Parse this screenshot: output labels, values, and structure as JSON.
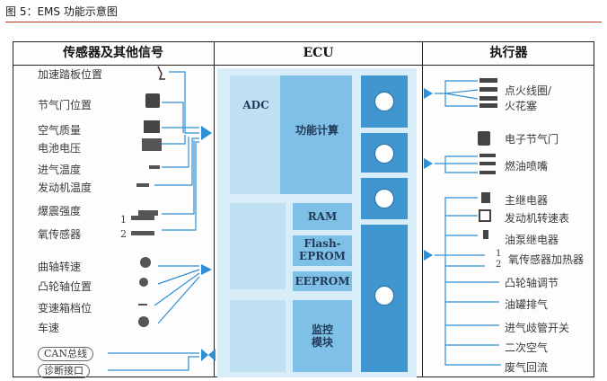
{
  "caption": "图 5：EMS 功能示意图",
  "headers": {
    "sensors": "传感器及其他信号",
    "ecu": "ECU",
    "actuators": "执行器"
  },
  "sensors": [
    "加速踏板位置",
    "节气门位置",
    "空气质量",
    "电池电压",
    "进气温度",
    "发动机温度",
    "爆震强度",
    "氧传感器",
    "曲轴转速",
    "凸轮轴位置",
    "变速箱档位",
    "车速"
  ],
  "sensor_indices": [
    "1",
    "2"
  ],
  "bus": [
    "CAN总线",
    "诊断接口"
  ],
  "ecu": {
    "adc": "ADC",
    "compute": "功能计算",
    "ram": "RAM",
    "flash": "Flash-\nEPROM",
    "eeprom": "EEPROM",
    "monitor": "监控\n模块"
  },
  "actuators": [
    "点火线圈/\n火花塞",
    "电子节气门",
    "燃油喷嘴",
    "主继电器",
    "发动机转速表",
    "油泵继电器",
    "氧传感器加热器",
    "凸轮轴调节",
    "油罐排气",
    "进气歧管开关",
    "二次空气",
    "废气回流"
  ],
  "actuator_indices": [
    "1",
    "2"
  ],
  "colors": {
    "line": "#2f8fd3",
    "block": "#7fc1e6",
    "block_dark": "#3f96cf",
    "caption_rule": "#c0392b"
  }
}
